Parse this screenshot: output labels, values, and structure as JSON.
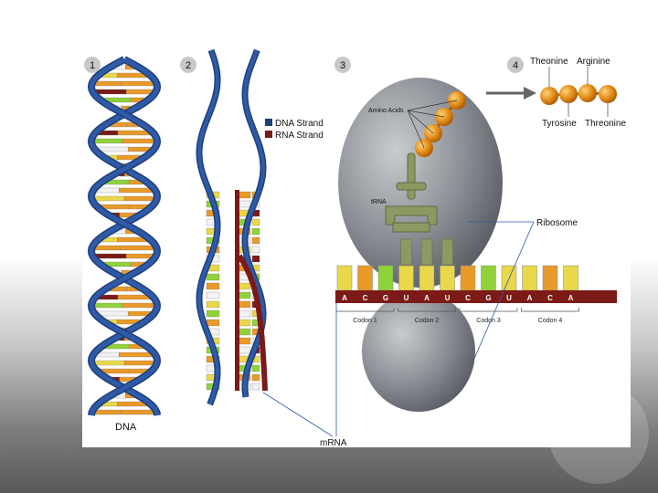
{
  "steps": [
    "1",
    "2",
    "3",
    "4"
  ],
  "legend": [
    {
      "label": "DNA Strand",
      "color": "#1f3f78"
    },
    {
      "label": "RNA Strand",
      "color": "#7b1a16"
    }
  ],
  "labels": {
    "dna": "DNA",
    "mrna": "mRNA",
    "amino_acids": "Amino Acids",
    "trna": "tRNA",
    "ribosome": "Ribosome"
  },
  "mrna_bases": [
    "A",
    "C",
    "G",
    "U",
    "A",
    "U",
    "C",
    "G",
    "U",
    "A",
    "C",
    "A"
  ],
  "codons": [
    "Codon 1",
    "Codon 2",
    "Codon 3",
    "Codon 4"
  ],
  "amino_names": {
    "top": [
      "Theonine",
      "Arginine"
    ],
    "bottom": [
      "Tyrosine",
      "Threonine"
    ]
  },
  "colors": {
    "helix_blue": "#2e5aa8",
    "ribosome_gray": "#8c9096",
    "rna_red": "#7b1a16",
    "amino_orange": "#e08a14",
    "base_yellow": "#e8d84a",
    "base_green": "#8fd23a",
    "base_orange": "#e89a2a"
  }
}
